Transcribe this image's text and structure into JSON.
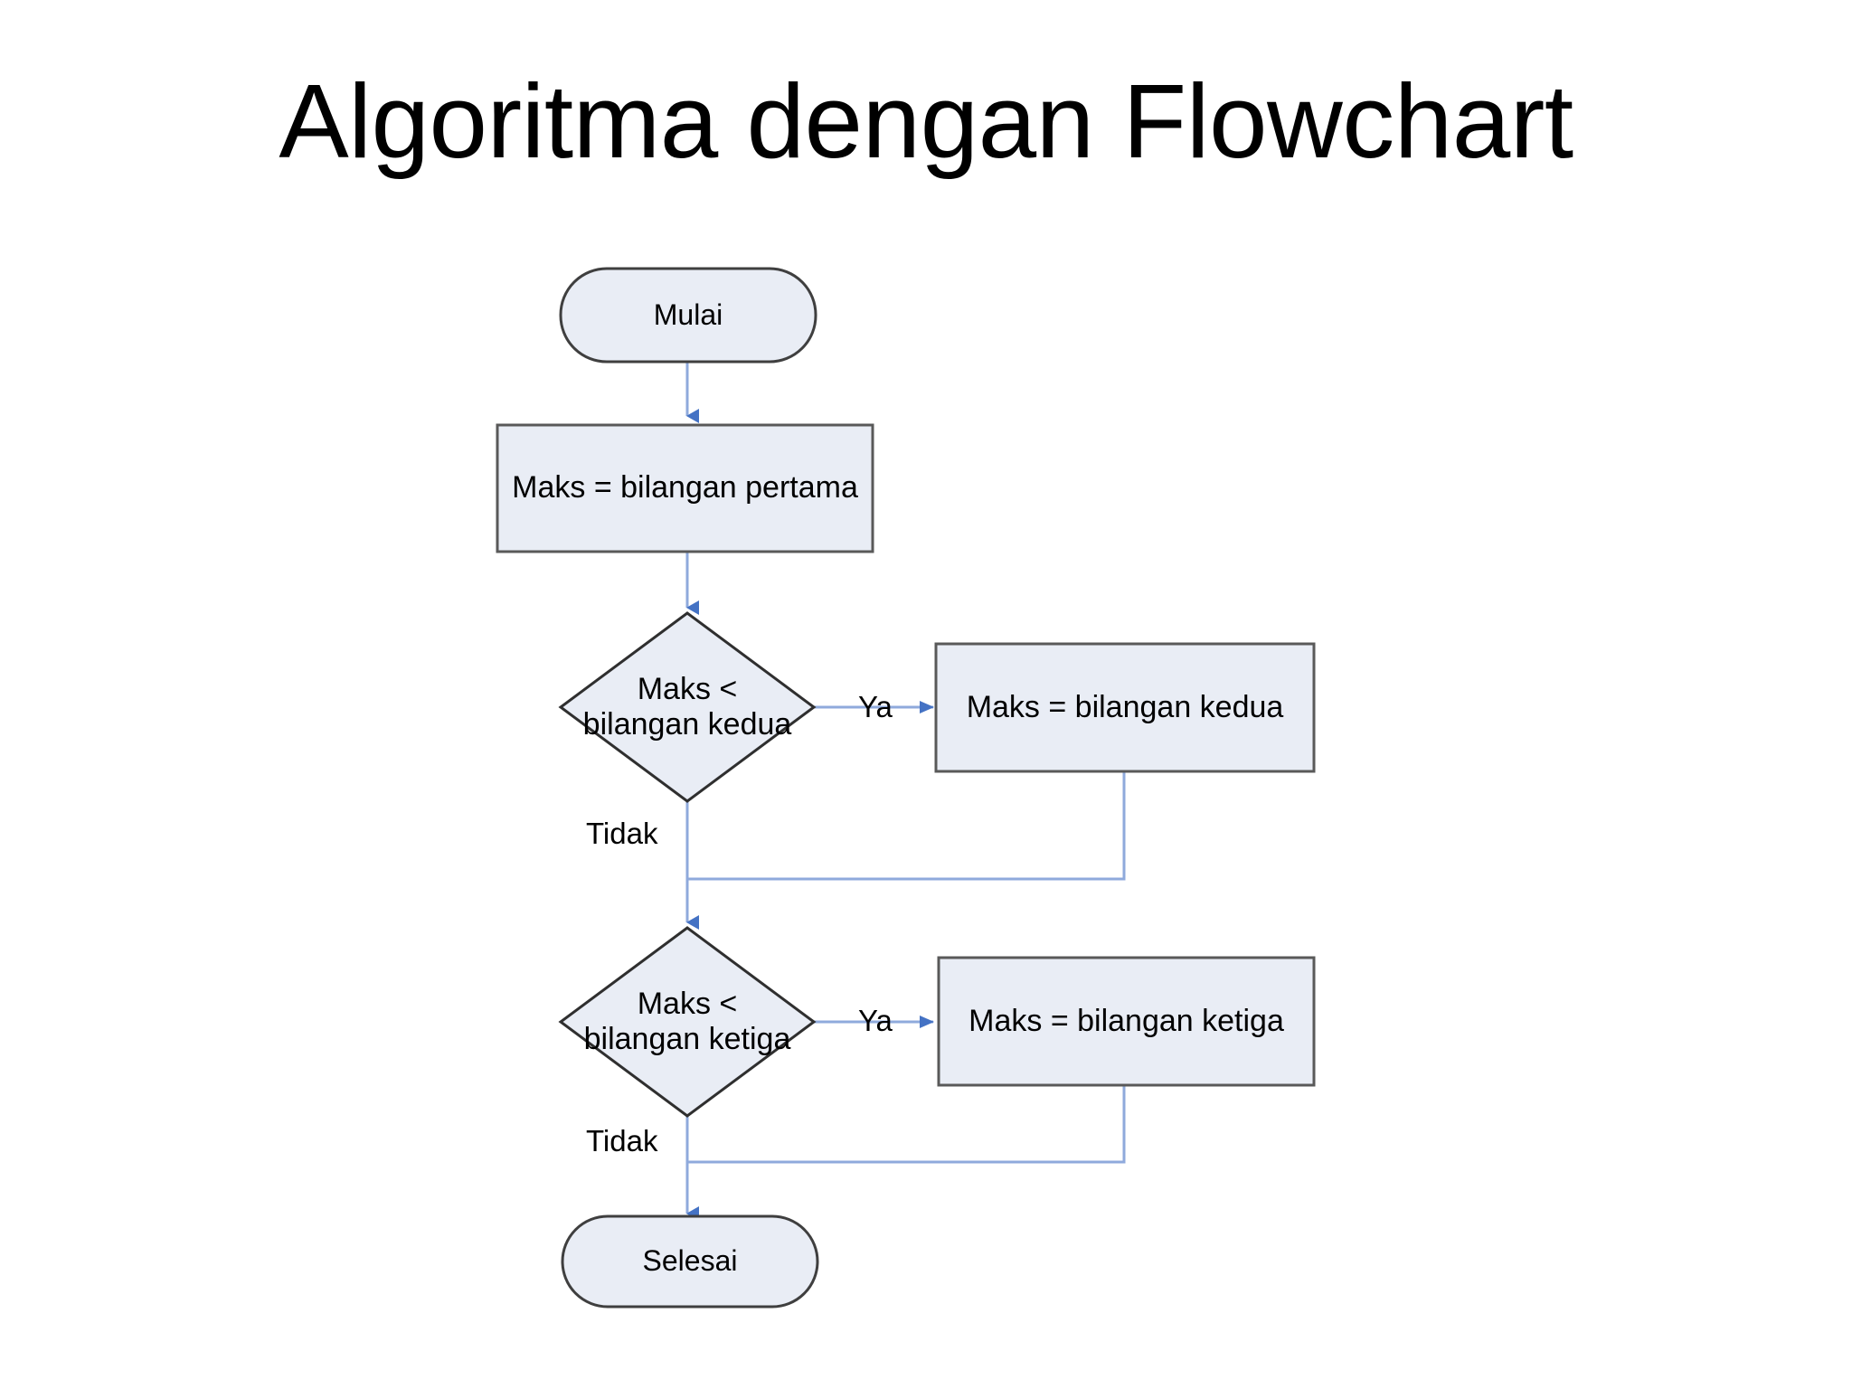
{
  "slide": {
    "title": "Algoritma dengan Flowchart",
    "background_color": "#ffffff"
  },
  "theme": {
    "shape_fill": "#e9edf5",
    "shape_stroke_dark": "#3f3f3f",
    "shape_stroke_gray": "#595959",
    "connector_line": "#8faadc",
    "arrow_head": "#4472c4",
    "text_color": "#000000"
  },
  "flowchart": {
    "type": "flowchart",
    "description": "Flowchart untuk mencari bilangan maksimum dari tiga bilangan",
    "nodes": [
      {
        "id": "start",
        "shape": "terminator",
        "label": "Mulai"
      },
      {
        "id": "init",
        "shape": "process",
        "label": "Maks = bilangan pertama"
      },
      {
        "id": "dec1",
        "shape": "decision",
        "label": "Maks <\nbilangan kedua"
      },
      {
        "id": "assign2",
        "shape": "process",
        "label": "Maks = bilangan kedua"
      },
      {
        "id": "dec2",
        "shape": "decision",
        "label": "Maks <\nbilangan ketiga"
      },
      {
        "id": "assign3",
        "shape": "process",
        "label": "Maks = bilangan ketiga"
      },
      {
        "id": "end",
        "shape": "terminator",
        "label": "Selesai"
      }
    ],
    "edges": [
      {
        "from": "start",
        "to": "init",
        "label": ""
      },
      {
        "from": "init",
        "to": "dec1",
        "label": ""
      },
      {
        "from": "dec1",
        "to": "assign2",
        "label": "Ya"
      },
      {
        "from": "dec1",
        "to": "dec2",
        "label": "Tidak"
      },
      {
        "from": "assign2",
        "to": "dec2",
        "label": ""
      },
      {
        "from": "dec2",
        "to": "assign3",
        "label": "Ya"
      },
      {
        "from": "dec2",
        "to": "end",
        "label": "Tidak"
      },
      {
        "from": "assign3",
        "to": "end",
        "label": ""
      }
    ],
    "edge_labels": {
      "ya_1": "Ya",
      "tidak_1": "Tidak",
      "ya_2": "Ya",
      "tidak_2": "Tidak"
    }
  }
}
